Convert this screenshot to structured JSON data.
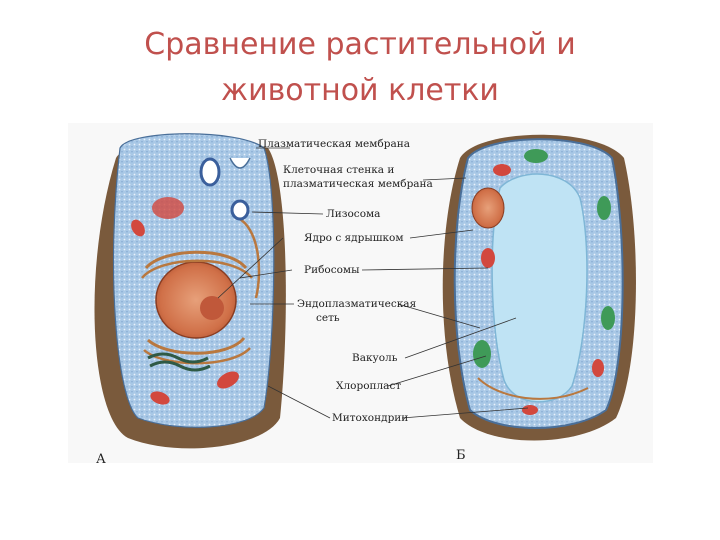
{
  "title": {
    "line1": "Сравнение  растительной и",
    "line2": "животной клетки"
  },
  "labels": {
    "plasma_membrane": "Плазматическая мембрана",
    "cell_wall_line1": "Клеточная стенка и",
    "cell_wall_line2": "плазматическая мембрана",
    "lysosome": "Лизосома",
    "nucleus": "Ядро с ядрышком",
    "ribosomes": "Рибосомы",
    "er_line1": "Эндоплазматическая",
    "er_line2": "сеть",
    "vacuole": "Вакуоль",
    "chloroplast": "Хлоропласт",
    "mitochondria": "Митохондрии"
  },
  "figure_letters": {
    "animal": "А",
    "plant": "Б"
  },
  "colors": {
    "title": "#c0504d",
    "cytoplasm": "#a9c8e6",
    "cell_shadow": "#7a5a3c",
    "nucleus": "#d9855a",
    "vacuole": "#bfe3f4",
    "mitochondria": "#d2483e",
    "chloroplast": "#3f9a58",
    "er": "#b9783f"
  }
}
